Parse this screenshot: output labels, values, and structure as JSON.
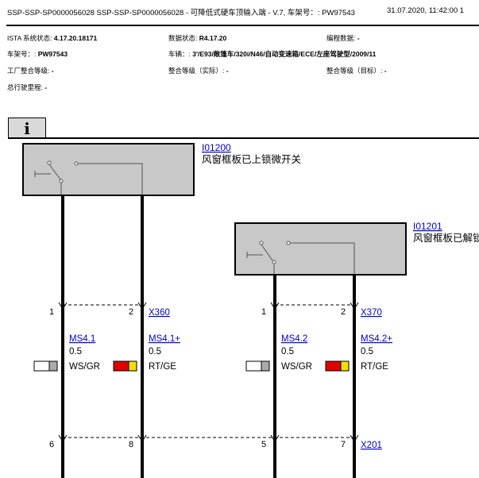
{
  "header": {
    "title": "SSP-SSP-SP0000056028 SSP-SSP-SP0000056028 - 可降低式硬车顶输入端 - V.7, 车架号：: PW97543",
    "datetime": "31.07.2020, 11:42:00 1"
  },
  "info": {
    "ista_label": "ISTA 系统状态: ",
    "ista_value": "4.17.20.18171",
    "data_label": "数据状态: ",
    "data_value": "R4.17.20",
    "prog_label": "编程数据: ",
    "prog_value": "-",
    "vin_label": "车架号：: ",
    "vin_value": "PW97543",
    "vehicle_label": "车辆：: ",
    "vehicle_value": "3'/E93/敞篷车/320i/N46/自动变速箱/ECE/左座驾驶型/2009/11",
    "factory_label": "工厂整合等级: ",
    "factory_value": "-",
    "integ_actual_label": "整合等级（实际）: ",
    "integ_actual_value": "-",
    "integ_target_label": "整合等级（目标）: ",
    "integ_target_value": "-",
    "mileage_label": "总行驶里程: ",
    "mileage_value": "-"
  },
  "info_icon": "i",
  "components": [
    {
      "id": "I01200",
      "desc": "风窗框板已上锁微开关"
    },
    {
      "id": "I01201",
      "desc": "风窗框板已解锁"
    }
  ],
  "connectors": [
    {
      "name": "X360",
      "pins": [
        "1",
        "2"
      ]
    },
    {
      "name": "X370",
      "pins": [
        "1",
        "2"
      ]
    },
    {
      "name": "X201",
      "pins": [
        "6",
        "8",
        "5",
        "7"
      ]
    }
  ],
  "wires": [
    {
      "name": "MS4.1",
      "size": "0.5",
      "color": "WS/GR",
      "swatch": [
        "#ffffff",
        "#aaaaaa"
      ]
    },
    {
      "name": "MS4.1+",
      "size": "0.5",
      "color": "RT/GE",
      "swatch": [
        "#e00000",
        "#f2e000"
      ]
    },
    {
      "name": "MS4.2",
      "size": "0.5",
      "color": "WS/GR",
      "swatch": [
        "#ffffff",
        "#aaaaaa"
      ]
    },
    {
      "name": "MS4.2+",
      "size": "0.5",
      "color": "RT/GE",
      "swatch": [
        "#e00000",
        "#f2e000"
      ]
    }
  ]
}
